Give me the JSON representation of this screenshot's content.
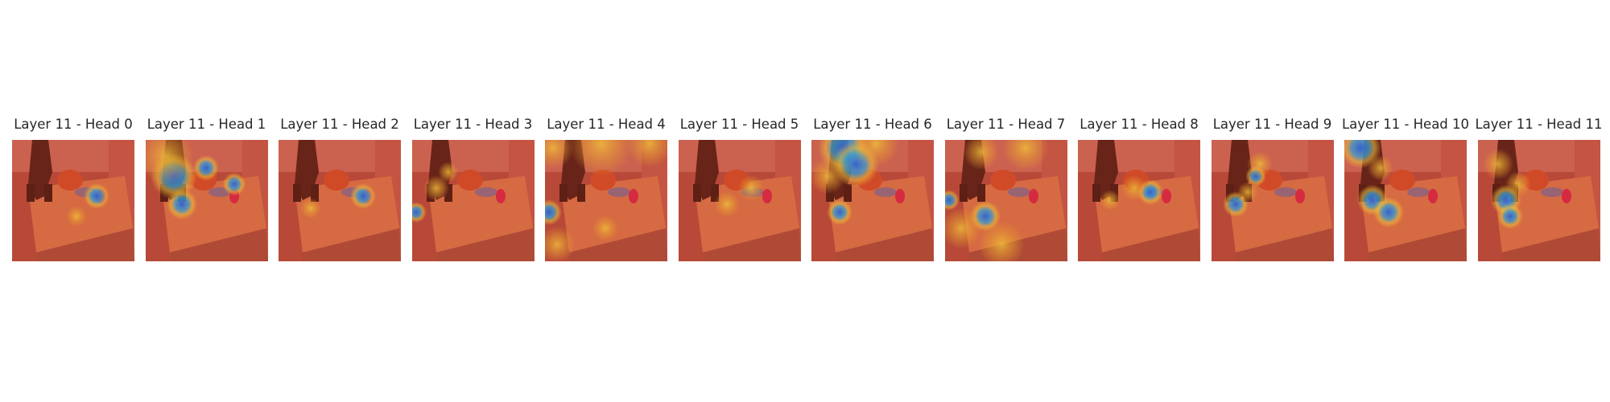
{
  "panels": [
    {
      "title": "Layer 11 - Head 0"
    },
    {
      "title": "Layer 11 - Head 1"
    },
    {
      "title": "Layer 11 - Head 2"
    },
    {
      "title": "Layer 11 - Head 3"
    },
    {
      "title": "Layer 11 - Head 4"
    },
    {
      "title": "Layer 11 - Head 5"
    },
    {
      "title": "Layer 11 - Head 6"
    },
    {
      "title": "Layer 11 - Head 7"
    },
    {
      "title": "Layer 11 - Head 8"
    },
    {
      "title": "Layer 11 - Head 9"
    },
    {
      "title": "Layer 11 - Head 10"
    },
    {
      "title": "Layer 11 - Head 11"
    }
  ],
  "colors": {
    "background": "#ffffff",
    "title_text": "#262626",
    "heat_base": "#b5362b",
    "heat_hot": "#e24a2a",
    "heat_warm": "#f0c23a",
    "heat_cool": "#2f5fd6"
  }
}
